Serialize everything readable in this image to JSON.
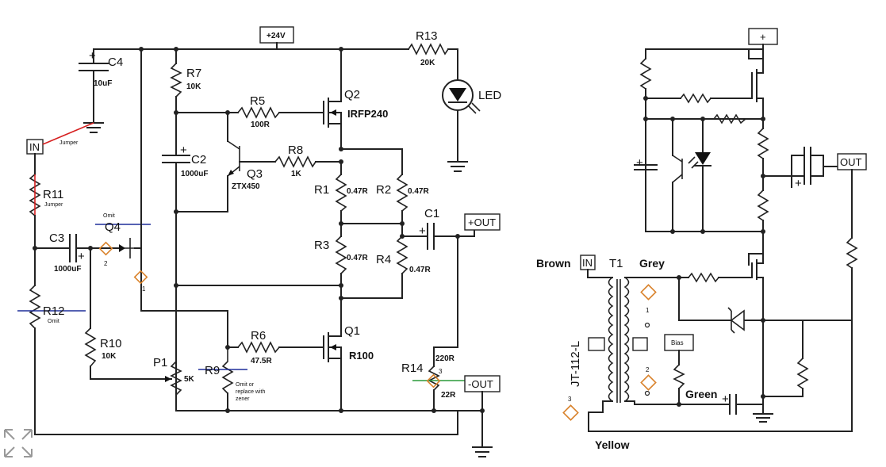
{
  "left": {
    "supply_label": "+24V",
    "in_label": "IN",
    "out_pos_label": "+OUT",
    "out_neg_label": "-OUT",
    "jumper_label": "Jumper",
    "components": {
      "c4": {
        "name": "C4",
        "value": "10uF"
      },
      "r7": {
        "name": "R7",
        "value": "10K"
      },
      "r13": {
        "name": "R13",
        "value": "20K"
      },
      "led": {
        "name": "LED"
      },
      "q2": {
        "name": "Q2",
        "value": "IRFP240"
      },
      "r5": {
        "name": "R5",
        "value": "100R"
      },
      "c2": {
        "name": "C2",
        "value": "1000uF"
      },
      "q3": {
        "name": "Q3",
        "value": "ZTX450"
      },
      "r8": {
        "name": "R8",
        "value": "1K"
      },
      "r1": {
        "name": "R1",
        "value": "0.47R"
      },
      "r2": {
        "name": "R2",
        "value": "0.47R"
      },
      "r11": {
        "name": "R11",
        "note": "Jumper"
      },
      "q4": {
        "name": "Q4",
        "note": "Omit"
      },
      "c3": {
        "name": "C3",
        "value": "1000uF"
      },
      "c1": {
        "name": "C1"
      },
      "r3": {
        "name": "R3",
        "value": "0.47R"
      },
      "r4": {
        "name": "R4",
        "value": "0.47R"
      },
      "r12": {
        "name": "R12",
        "note": "Omit"
      },
      "r10": {
        "name": "R10",
        "value": "10K"
      },
      "r6": {
        "name": "R6",
        "value": "47.5R"
      },
      "q1": {
        "name": "Q1",
        "value": "R100"
      },
      "p1": {
        "name": "P1",
        "value": "5K"
      },
      "r9": {
        "name": "R9",
        "note_line1": "Omit or",
        "note_line2": "replace with",
        "note_line3": "zener"
      },
      "r14": {
        "name": "R14",
        "value_top": "220R",
        "value_bottom": "22R"
      }
    },
    "test_points": [
      "1",
      "2",
      "3"
    ]
  },
  "right": {
    "plus_label": "+",
    "out_label": "OUT",
    "in_label": "IN",
    "bias_label": "Bias",
    "transformer_name": "T1",
    "transformer_part": "JT-112-L",
    "wire_brown": "Brown",
    "wire_grey": "Grey",
    "wire_green": "Green",
    "wire_yellow": "Yellow",
    "test_points": [
      "1",
      "2",
      "3"
    ]
  },
  "colors": {
    "wire": "#222222",
    "test_point": "#d9822b",
    "omit_mark": "#1f2f9a",
    "jumper_mark": "#d62020",
    "trim_mark": "#2a9a3a"
  }
}
